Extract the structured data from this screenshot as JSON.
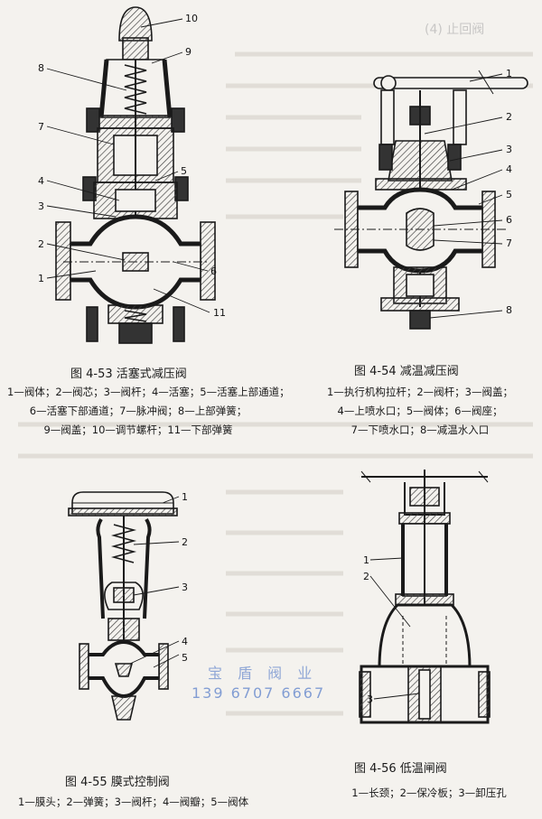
{
  "figures": [
    {
      "id": "fig-4-53",
      "caption": "图 4-53   活塞式减压阀",
      "legend_lines": [
        "1—阀体；2—阀芯；3—阀杆；4—活塞；5—活塞上部通道；",
        "6—活塞下部通道；7—脉冲阀；8—上部弹簧；",
        "9—阀盖；10—调节螺杆；11—下部弹簧"
      ],
      "labels": [
        "1",
        "2",
        "3",
        "4",
        "5",
        "6",
        "7",
        "8",
        "9",
        "10",
        "11"
      ]
    },
    {
      "id": "fig-4-54",
      "caption": "图 4-54   减温减压阀",
      "legend_lines": [
        "1—执行机构拉杆；2—阀杆；3—阀盖；",
        "4—上喷水口；5—阀体；6—阀座；",
        "7—下喷水口；8—减温水入口"
      ],
      "labels": [
        "1",
        "2",
        "3",
        "4",
        "5",
        "6",
        "7",
        "8"
      ]
    },
    {
      "id": "fig-4-55",
      "caption": "图 4-55   膜式控制阀",
      "legend_lines": [
        "1—膜头；2—弹簧；3—阀杆；4—阀瓣；5—阀体"
      ],
      "labels": [
        "1",
        "2",
        "3",
        "4",
        "5"
      ]
    },
    {
      "id": "fig-4-56",
      "caption": "图 4-56   低温闸阀",
      "legend_lines": [
        "1—长颈；2—保冷板；3—卸压孔"
      ],
      "labels": [
        "1",
        "2",
        "3"
      ]
    }
  ],
  "page_header": "(4) 止回阀",
  "watermark": {
    "line1": "宝  盾  阀  业",
    "line2": "139  6707  6667"
  },
  "colors": {
    "ink": "#1a1a1a",
    "hatch": "#555555",
    "watermark": "#6f8fcf",
    "paper": "#f4f2ee"
  }
}
